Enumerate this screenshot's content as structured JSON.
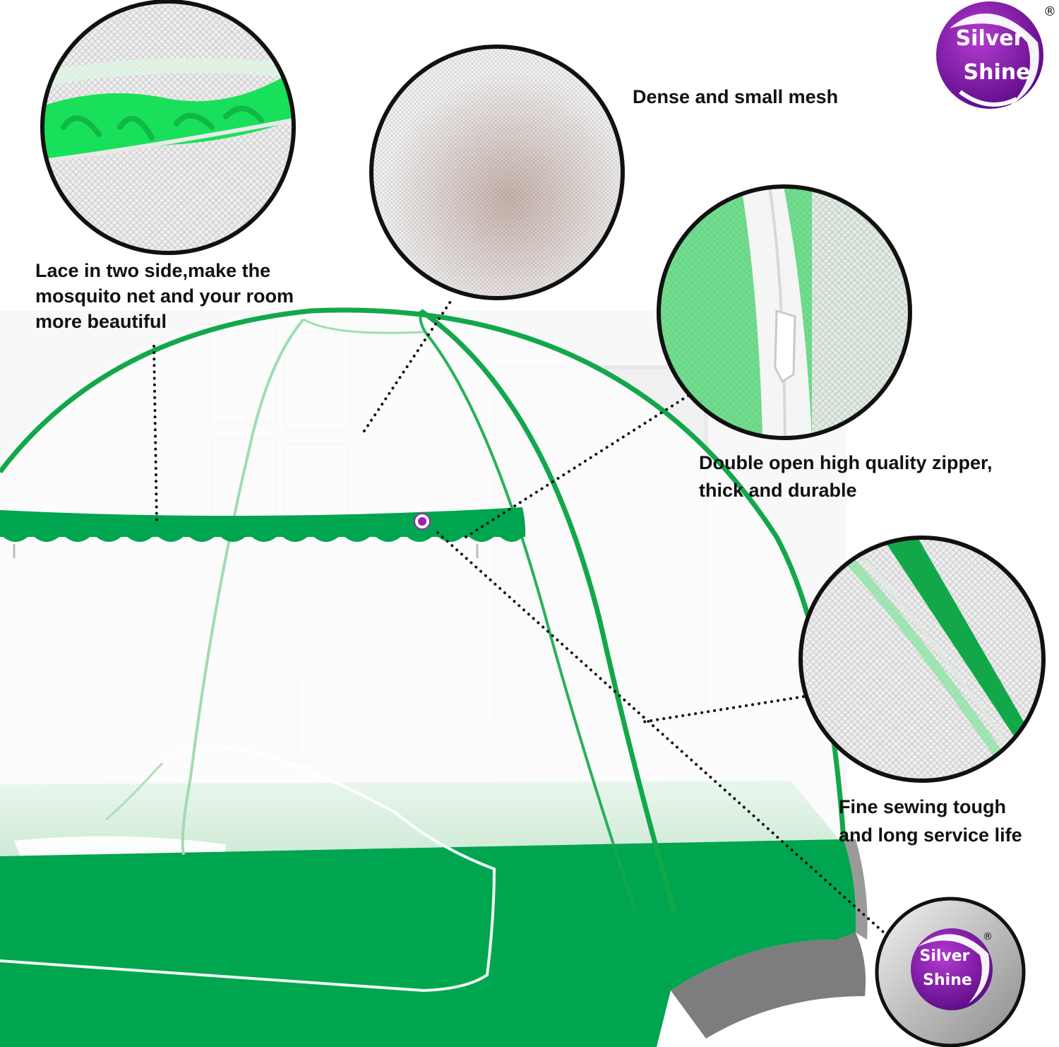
{
  "brand": {
    "line1": "Silver",
    "line2": "Shine",
    "registered_mark": "®",
    "colors": {
      "purple": "#9a1fb4",
      "purple_dark": "#5b0a86"
    }
  },
  "features": [
    {
      "id": "lace",
      "lines": [
        "Lace in two side,make the",
        "mosquito net and your room",
        "more beautiful"
      ]
    },
    {
      "id": "mesh",
      "lines": [
        "Dense and small mesh"
      ]
    },
    {
      "id": "zipper",
      "lines": [
        "Double open high quality zipper,",
        "thick and durable"
      ]
    },
    {
      "id": "sewing",
      "lines": [
        "Fine sewing tough",
        "and long service life"
      ]
    }
  ],
  "colors": {
    "net_green": "#00a550",
    "lace_green": "#19e05a",
    "frame_green": "#12a84a",
    "leader_dots": "#111111"
  },
  "icons": {
    "logo": "silver-shine-logo-icon",
    "product": "mosquito-net-tent-icon"
  }
}
